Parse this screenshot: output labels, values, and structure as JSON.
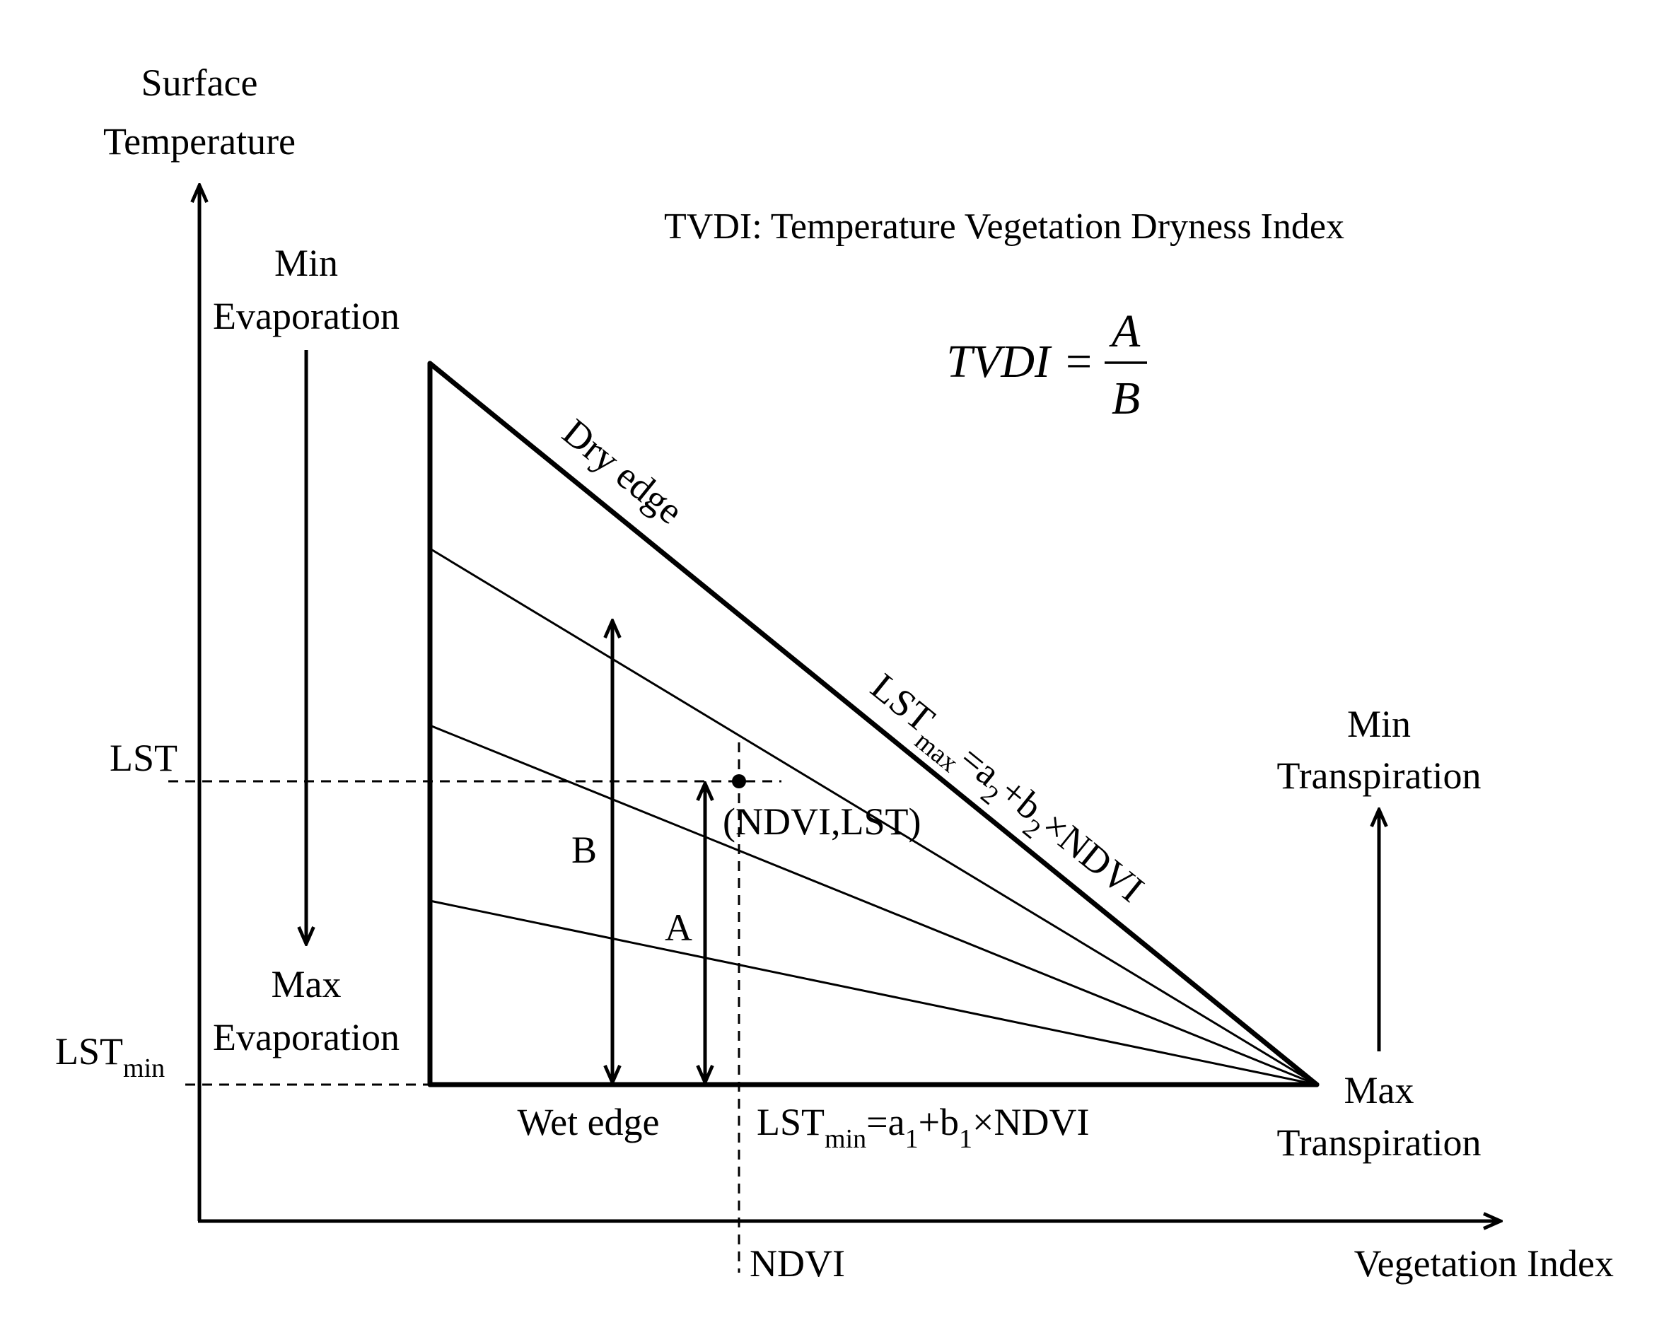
{
  "axes": {
    "y_label_line1": "Surface",
    "y_label_line2": "Temperature",
    "x_label": "Vegetation Index"
  },
  "title": "TVDI: Temperature Vegetation Dryness Index",
  "formula": {
    "lhs": "TVDI",
    "eq": "=",
    "numerator": "A",
    "denominator": "B"
  },
  "evaporation": {
    "min_line1": "Min",
    "min_line2": "Evaporation",
    "max_line1": "Max",
    "max_line2": "Evaporation"
  },
  "transpiration": {
    "min_line1": "Min",
    "min_line2": "Transpiration",
    "max_line1": "Max",
    "max_line2": "Transpiration"
  },
  "edges": {
    "dry_edge": "Dry edge",
    "wet_edge": "Wet edge",
    "dry_eq": {
      "base": "LST",
      "sub": "max",
      "p1": "=a",
      "s1": "2",
      "p2": "+b",
      "s2": "2",
      "p3": "×NDVI"
    },
    "wet_eq": {
      "base": "LST",
      "sub": "min",
      "p1": "=a",
      "s1": "1",
      "p2": "+b",
      "s2": "1",
      "p3": "×NDVI"
    }
  },
  "ticks": {
    "lst": "LST",
    "lst_min_base": "LST",
    "lst_min_sub": "min",
    "ndvi": "NDVI"
  },
  "point_label": "(NDVI,LST)",
  "distances": {
    "a": "A",
    "b": "B"
  }
}
